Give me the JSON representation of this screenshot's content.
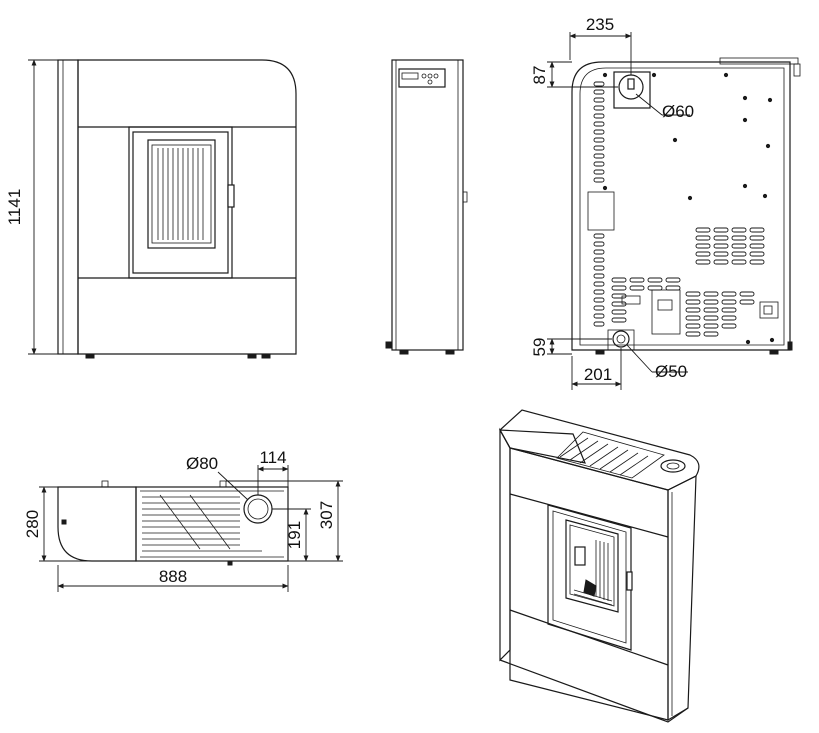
{
  "drawing": {
    "front_view": {
      "height_label": "1141"
    },
    "rear_view": {
      "flue_offset_label": "235",
      "flue_top_label": "87",
      "flue_diameter_label": "Ø60",
      "inlet_bottom_label": "59",
      "inlet_offset_label": "201",
      "inlet_diameter_label": "Ø50"
    },
    "top_view": {
      "flue_diameter_label": "Ø80",
      "flue_side_label": "114",
      "depth_label": "280",
      "flue_depth_label": "191",
      "total_depth_label": "307",
      "width_label": "888"
    }
  }
}
